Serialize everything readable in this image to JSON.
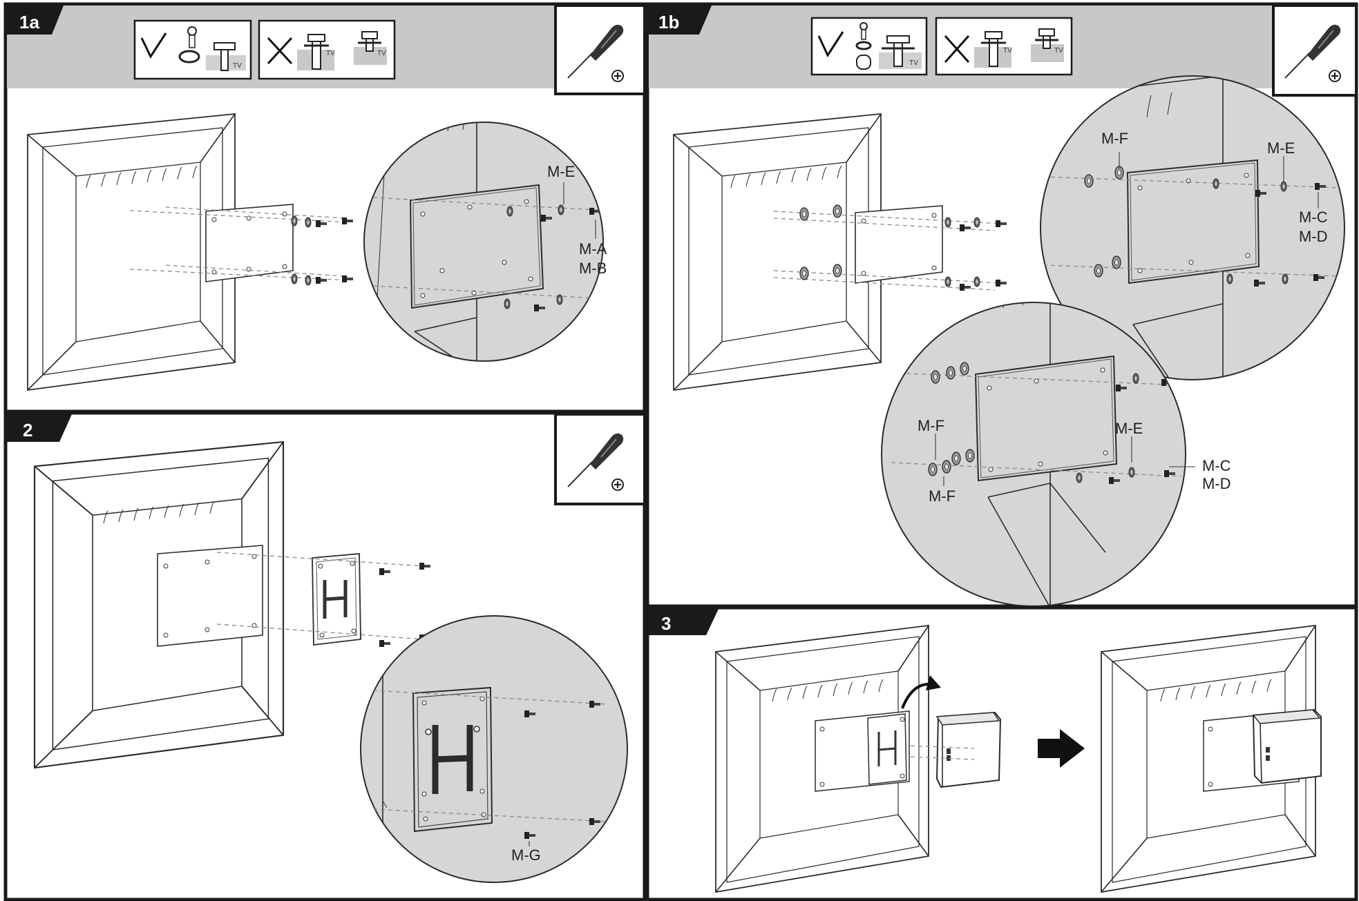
{
  "panels": {
    "p1a": {
      "step": "1a"
    },
    "p1b": {
      "step": "1b"
    },
    "p2": {
      "step": "2"
    },
    "p3": {
      "step": "3"
    }
  },
  "tv_marking": "TV",
  "labels": {
    "p1a_me": "M-E",
    "p1a_ma": "M-A",
    "p1a_mb": "M-B",
    "p1b_mf_top": "M-F",
    "p1b_me_top": "M-E",
    "p1b_mc_top": "M-C",
    "p1b_md_top": "M-D",
    "p1b_mf_mid": "M-F",
    "p1b_mf_low": "M-F",
    "p1b_me_low": "M-E",
    "p1b_mc_low": "M-C",
    "p1b_md_low": "M-D",
    "p2_mg": "M-G"
  },
  "icons": {
    "correct": "check-icon",
    "incorrect": "cross-icon",
    "tool": "screwdriver-icon",
    "direction": "right-arrow-icon"
  },
  "colors": {
    "header_band": "#c8c8c8",
    "zoom_fill": "#d6d6d6",
    "frame": "#1a1a1a"
  }
}
